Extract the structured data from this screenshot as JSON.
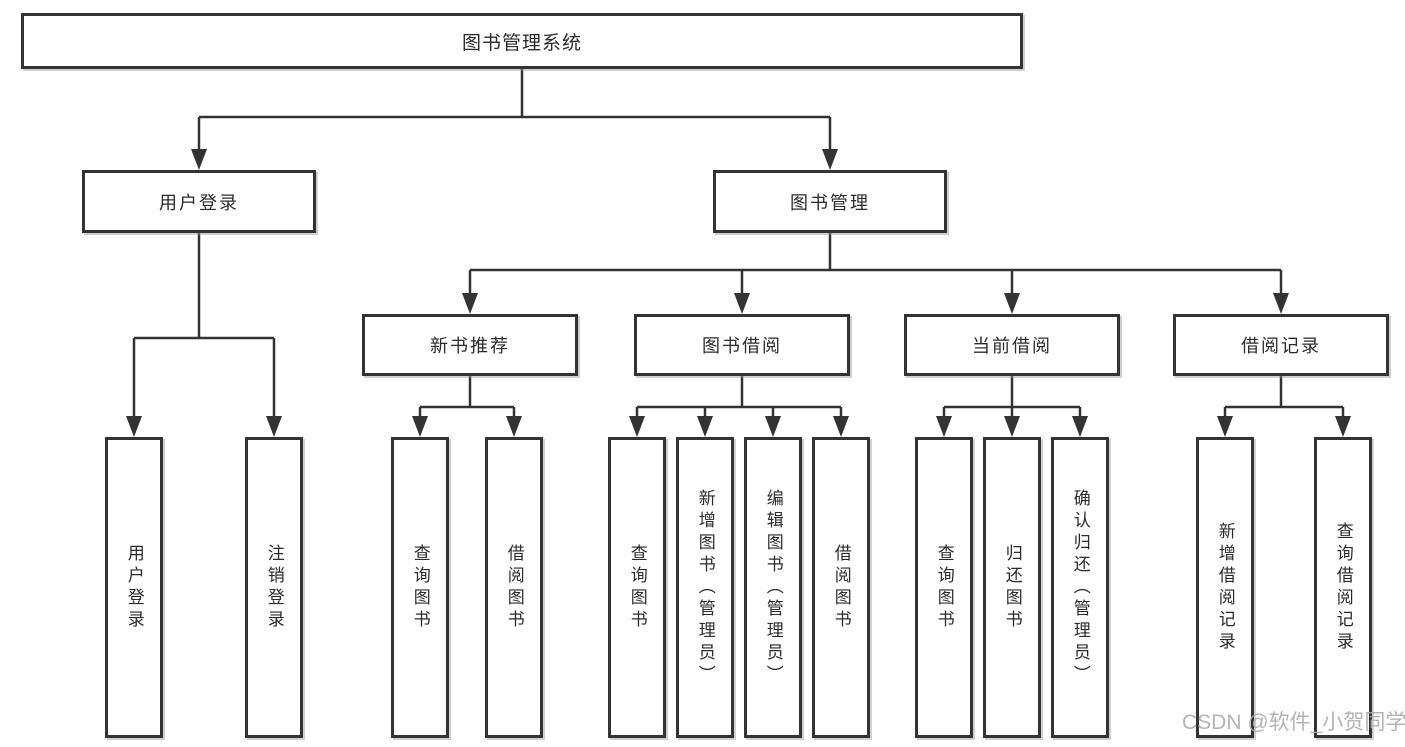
{
  "tree": {
    "label": "图书管理系统",
    "children": [
      {
        "label": "用户登录",
        "children": [
          {
            "label": "用户登录"
          },
          {
            "label": "注销登录"
          }
        ]
      },
      {
        "label": "图书管理",
        "children": [
          {
            "label": "新书推荐",
            "children": [
              {
                "label": "查询图书"
              },
              {
                "label": "借阅图书"
              }
            ]
          },
          {
            "label": "图书借阅",
            "children": [
              {
                "label": "查询图书"
              },
              {
                "label": "新增图书（管理员）"
              },
              {
                "label": "编辑图书（管理员）"
              },
              {
                "label": "借阅图书"
              }
            ]
          },
          {
            "label": "当前借阅",
            "children": [
              {
                "label": "查询图书"
              },
              {
                "label": "归还图书"
              },
              {
                "label": "确认归还（管理员）"
              }
            ]
          },
          {
            "label": "借阅记录",
            "children": [
              {
                "label": "新增借阅记录"
              },
              {
                "label": "查询借阅记录"
              }
            ]
          }
        ]
      }
    ]
  },
  "watermark": {
    "text": "CSDN @软件_小贺同学"
  },
  "colors": {
    "line": "#333333",
    "box_border": "#333333",
    "text": "#2b2b2b",
    "watermark": "#acacac",
    "background": "#ffffff"
  }
}
